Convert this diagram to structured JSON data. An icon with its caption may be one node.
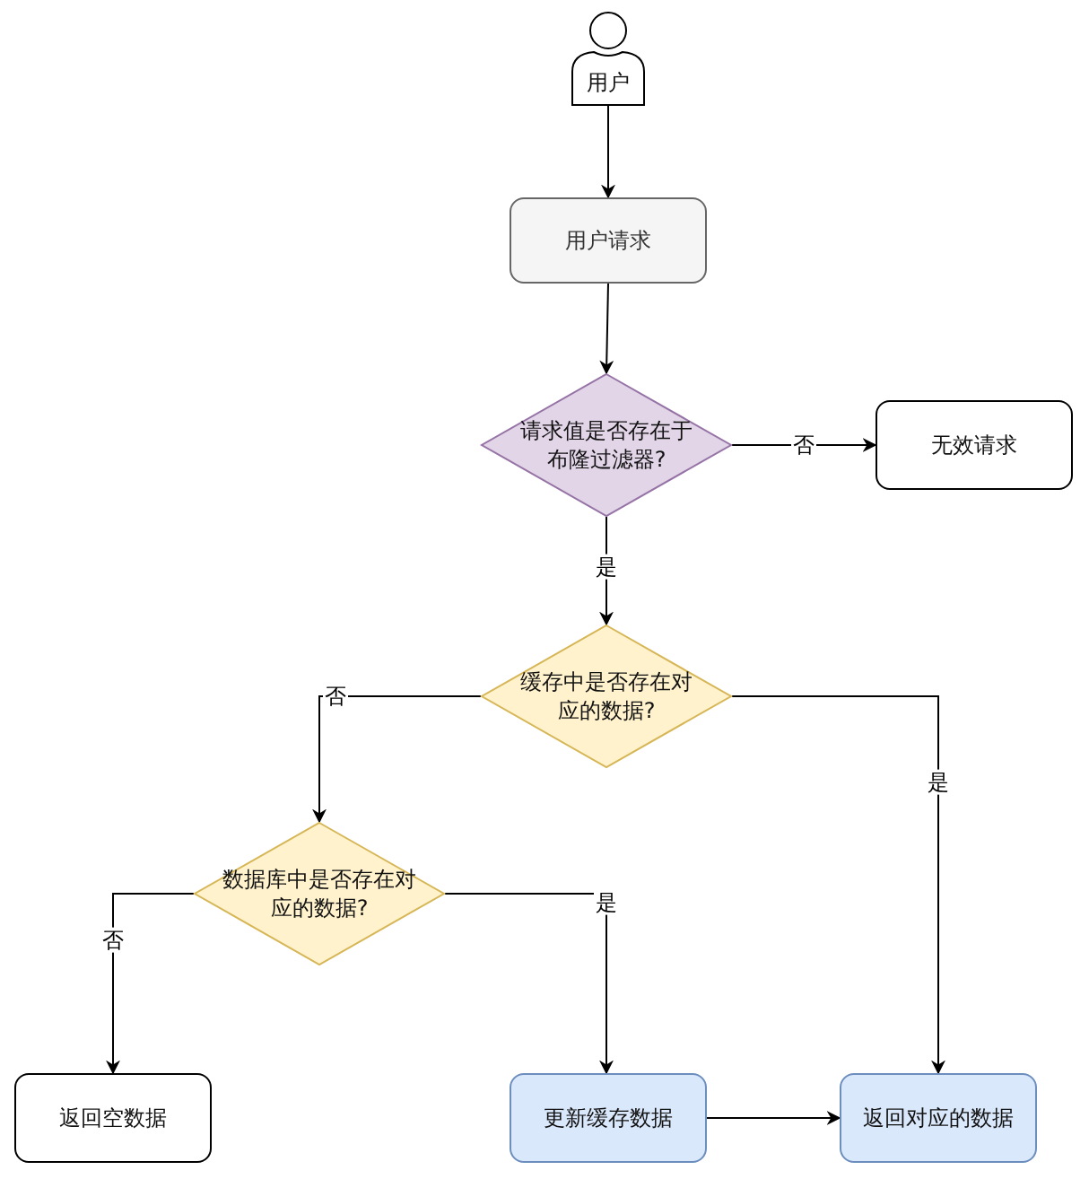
{
  "diagram": {
    "nodes": [
      {
        "text": [
          "用户"
        ]
      },
      {
        "text": [
          "用户请求"
        ]
      },
      {
        "text": [
          "请求值是否存在于布隆过滤器?"
        ]
      },
      {
        "text": [
          "无效请求"
        ]
      },
      {
        "text": [
          "缓存中是否存在对应的数据?"
        ]
      },
      {
        "text": [
          "数据库中是否存在对应的数据?"
        ]
      },
      {
        "text": [
          "返回空数据"
        ]
      },
      {
        "text": [
          "更新缓存数据"
        ]
      },
      {
        "text": [
          "返回对应的数据"
        ]
      }
    ],
    "edges": [
      {
        "from": 0,
        "to": 1,
        "arrow": "to"
      },
      {
        "from": 1,
        "to": 2,
        "arrow": "to"
      },
      {
        "from": 2,
        "to": 3,
        "arrow": "to",
        "label": "否"
      },
      {
        "from": 2,
        "to": 4,
        "arrow": "to",
        "label": "是"
      },
      {
        "from": 4,
        "to": 5,
        "arrow": "to",
        "label": "否"
      },
      {
        "from": 4,
        "to": 8,
        "arrow": "to",
        "label": "是"
      },
      {
        "from": 5,
        "to": 6,
        "arrow": "to",
        "label": "否"
      },
      {
        "from": 5,
        "to": 7,
        "arrow": "to",
        "label": "是"
      },
      {
        "from": 7,
        "to": 8,
        "arrow": "to"
      }
    ]
  }
}
